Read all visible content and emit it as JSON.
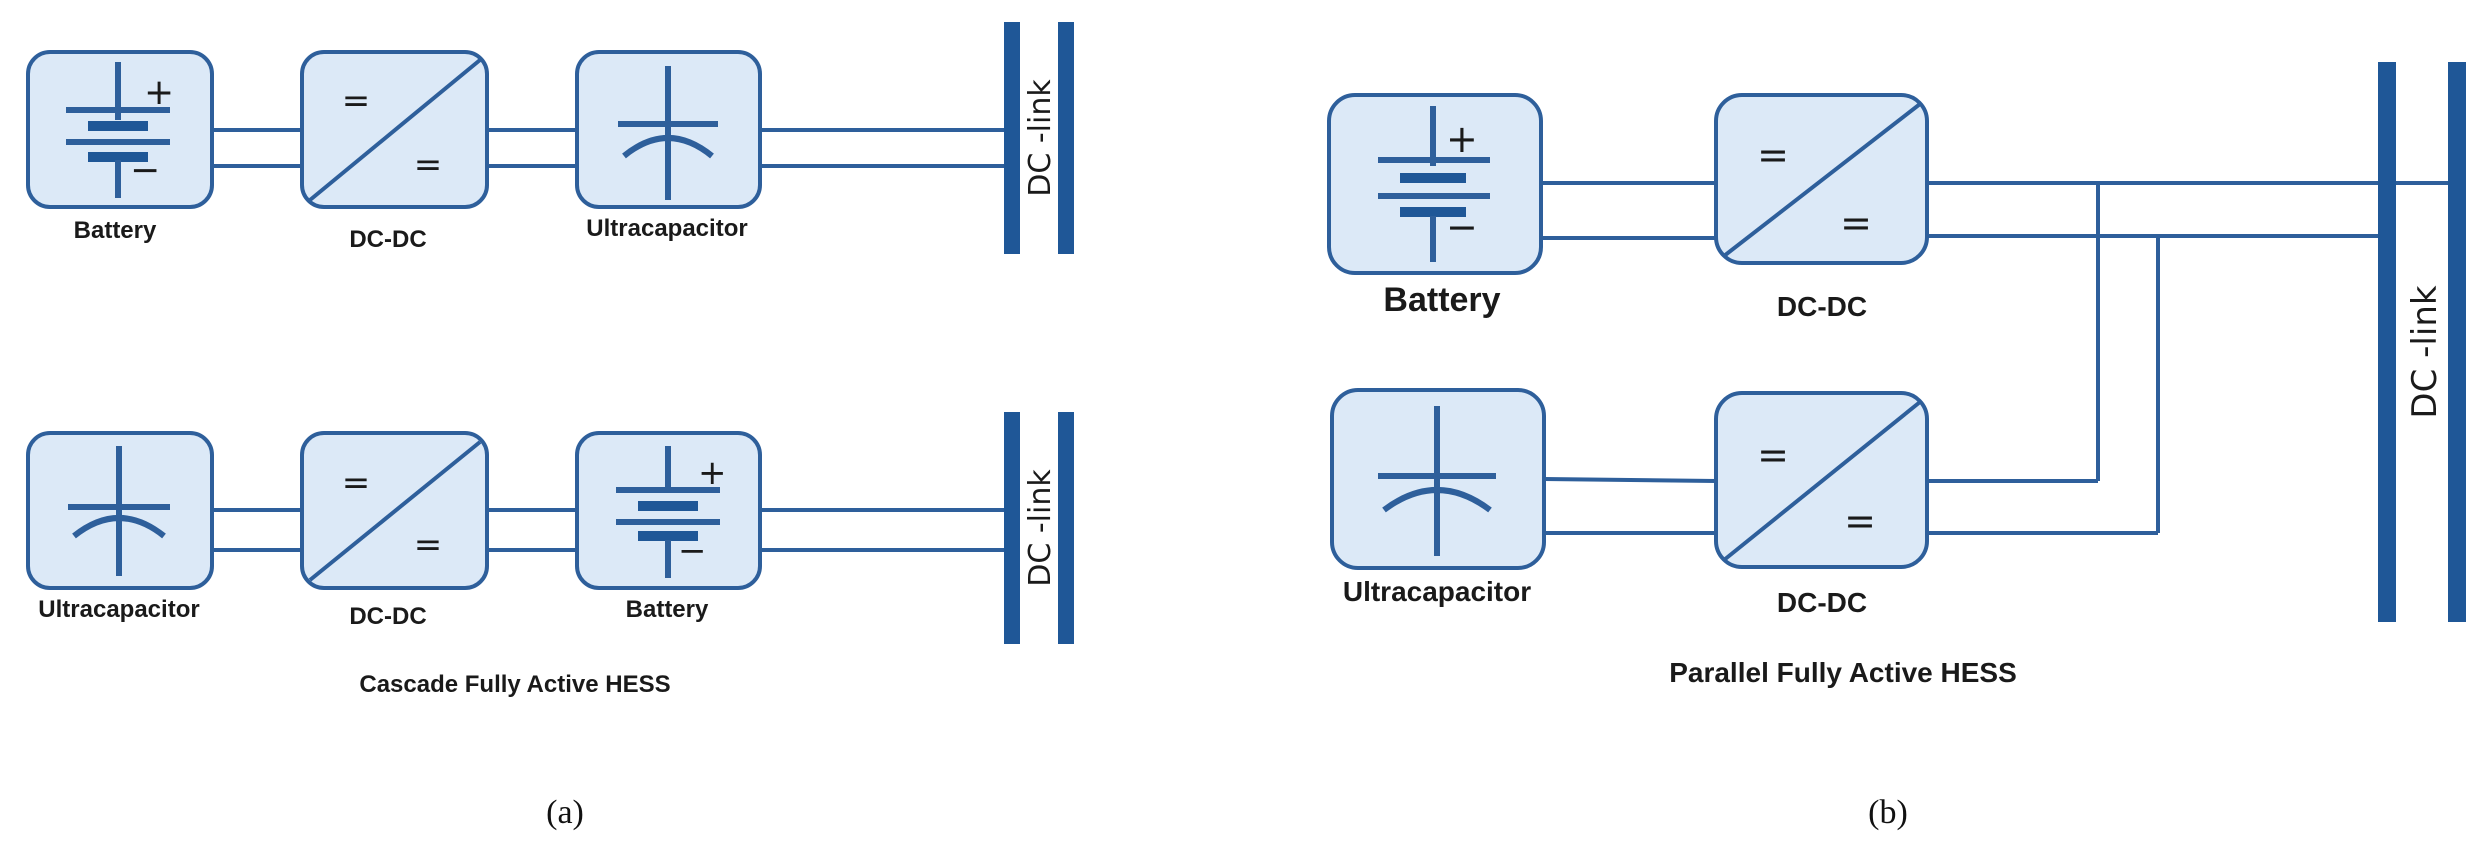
{
  "panel_a": {
    "caption": "Cascade Fully Active HESS",
    "label": "(a)",
    "row1": {
      "left": "Battery",
      "middle": "DC-DC",
      "right": "Ultracapacitor",
      "bus": "DC -link"
    },
    "row2": {
      "left": "Ultracapacitor",
      "middle": "DC-DC",
      "right": "Battery",
      "bus": "DC -link"
    }
  },
  "panel_b": {
    "caption": "Parallel Fully Active HESS",
    "label": "(b)",
    "battery": "Battery",
    "converter_top": "DC-DC",
    "ultracapacitor": "Ultracapacitor",
    "converter_bottom": "DC-DC",
    "bus": "DC -link"
  },
  "symbols": {
    "equal": "=",
    "plus": "+",
    "minus": "−"
  },
  "colors": {
    "box_fill": "#dce9f7",
    "line": "#2e5f9b",
    "bus": "#1f5797"
  }
}
